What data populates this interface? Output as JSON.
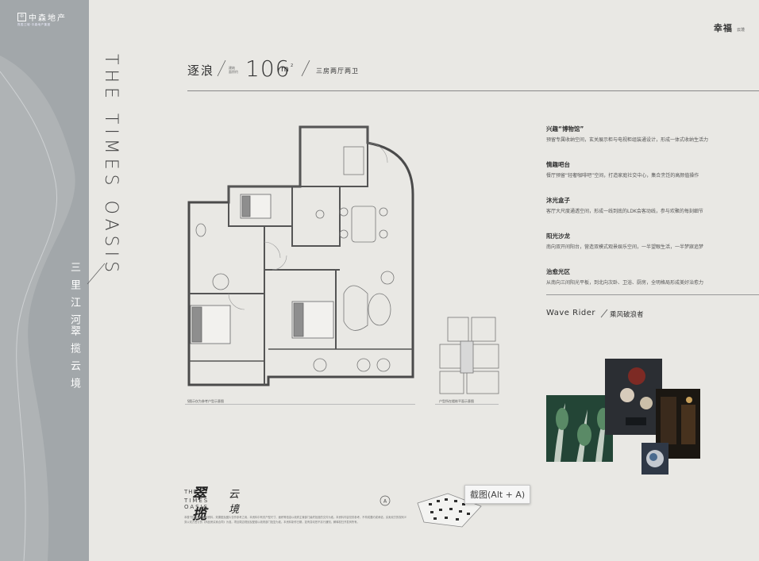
{
  "brand": {
    "logo_mark": "中",
    "name": "中森地产",
    "subtitle": "揽胜江城·中森地产集团"
  },
  "sidebar": {
    "vertical_text_1": "三里江河",
    "vertical_text_2": "翠揽云境"
  },
  "english_title": "THE TIMES OASIS",
  "top_logo": {
    "line1": "幸福",
    "line2": "云境"
  },
  "header": {
    "unit_name": "逐浪",
    "area_tiny_1": "建筑",
    "area_tiny_2": "面积约",
    "area_value": "106",
    "area_unit": "m",
    "area_sup": "2",
    "layout": "三房两厅两卫"
  },
  "captions": {
    "floorplan": "§图示仅为参考户型示意图",
    "keyplan": "户型所在楼栋平面示意图"
  },
  "features": [
    {
      "title": "兴趣“博物馆”",
      "desc": "预留专属收纳空间，玄关展示柜与电视柜组装通设计，形成一体式收纳生活力"
    },
    {
      "title": "情趣吧台",
      "desc": "餐厅预留“轻奢咖啡吧”空间，打造家庭社交中心，集合烹饪的高颜值操作"
    },
    {
      "title": "沐光盒子",
      "desc": "客厅大尺度通透空间，形成一线到底的LDK会客动线，参与欢聚的每刻细节"
    },
    {
      "title": "阳光沙龙",
      "desc": "南向双开间阳台，营造双模式观景娱乐空间，一半望眼生活，一半梦寐追梦"
    },
    {
      "title": "治愈光区",
      "desc": "从南向三间阳光平板，到北向次卧、卫浴、厨房，全明格局形成美好治愈力"
    }
  ],
  "wave": {
    "en": "Wave Rider",
    "cn": "乘风破浪者"
  },
  "project_logo": {
    "the": "THE",
    "cn": "翠揽",
    "cn2": "云境",
    "en": "TIMES OASIS"
  },
  "compass_label": "A",
  "screenshot_tip": "截图(Alt + A)",
  "disclaimer": "本楼书仅为广告宣传资料，效果图及图片仅作参考之用，本资料中有关户型尺寸、面积等信息以政府主管部门最终批准的文件为准。本资料内容仅供参考，不构成要约或承诺，买卖双方的权利义务以双方签订的《商品房买卖合同》为准。项目周边规划及配套以政府部门批复为准。本资料制作日期，如有变动恕不另行通知，解释权归开发商所有。"
}
